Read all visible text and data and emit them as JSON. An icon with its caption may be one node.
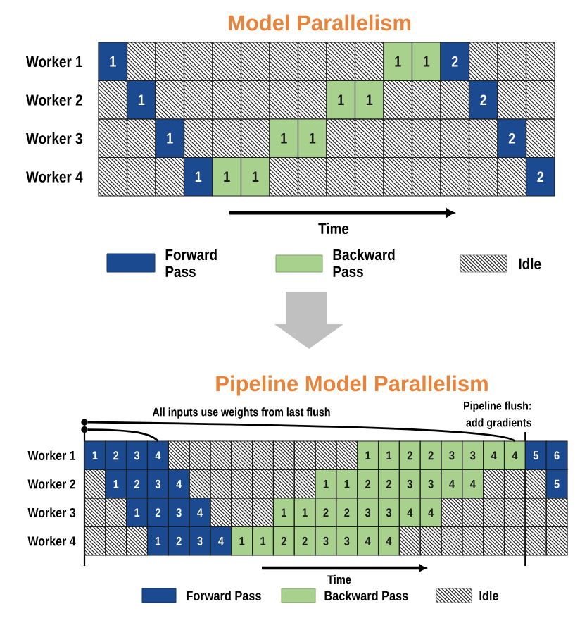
{
  "diagram": {
    "nodes": [
      {
        "text": [
          "1"
        ]
      },
      {
        "text": [],
        "shape": "box"
      },
      {
        "text": [],
        "shape": "box"
      },
      {
        "text": [],
        "shape": "box"
      },
      {
        "text": [],
        "shape": "box"
      },
      {
        "text": [],
        "shape": "box"
      },
      {
        "text": [],
        "shape": "box"
      },
      {
        "text": [],
        "shape": "box"
      },
      {
        "text": [],
        "shape": "box"
      },
      {
        "text": [],
        "shape": "box"
      },
      {
        "text": [
          "1"
        ]
      },
      {
        "text": [
          "1"
        ]
      },
      {
        "text": [
          "2"
        ]
      },
      {
        "text": [],
        "shape": "box"
      },
      {
        "text": [],
        "shape": "box"
      },
      {
        "text": [],
        "shape": "box"
      },
      {
        "text": [],
        "shape": "box"
      },
      {
        "text": [
          "1"
        ]
      },
      {
        "text": [],
        "shape": "box"
      },
      {
        "text": [],
        "shape": "box"
      },
      {
        "text": [],
        "shape": "box"
      },
      {
        "text": [],
        "shape": "box"
      },
      {
        "text": [],
        "shape": "box"
      },
      {
        "text": [],
        "shape": "box"
      },
      {
        "text": [
          "1"
        ]
      },
      {
        "text": [
          "1"
        ]
      },
      {
        "text": [],
        "shape": "box"
      },
      {
        "text": [],
        "shape": "box"
      },
      {
        "text": [],
        "shape": "box"
      },
      {
        "text": [
          "2"
        ]
      },
      {
        "text": [],
        "shape": "box"
      },
      {
        "text": [],
        "shape": "box"
      },
      {
        "text": [],
        "shape": "box"
      },
      {
        "text": [],
        "shape": "box"
      },
      {
        "text": [
          "1"
        ]
      },
      {
        "text": [],
        "shape": "box"
      },
      {
        "text": [],
        "shape": "box"
      },
      {
        "text": [],
        "shape": "box"
      },
      {
        "text": [
          "1"
        ]
      },
      {
        "text": [
          "1"
        ]
      },
      {
        "text": [],
        "shape": "box"
      },
      {
        "text": [],
        "shape": "box"
      },
      {
        "text": [],
        "shape": "box"
      },
      {
        "text": [],
        "shape": "box"
      },
      {
        "text": [],
        "shape": "box"
      },
      {
        "text": [],
        "shape": "box"
      },
      {
        "text": [
          "2"
        ]
      },
      {
        "text": [],
        "shape": "box"
      },
      {
        "text": [],
        "shape": "box"
      },
      {
        "text": [],
        "shape": "box"
      },
      {
        "text": [],
        "shape": "box"
      },
      {
        "text": [
          "1"
        ]
      },
      {
        "text": [
          "1"
        ]
      },
      {
        "text": [
          "1"
        ]
      },
      {
        "text": [],
        "shape": "box"
      },
      {
        "text": [],
        "shape": "box"
      },
      {
        "text": [],
        "shape": "box"
      },
      {
        "text": [],
        "shape": "box"
      },
      {
        "text": [],
        "shape": "box"
      },
      {
        "text": [],
        "shape": "box"
      },
      {
        "text": [],
        "shape": "box"
      },
      {
        "text": [],
        "shape": "box"
      },
      {
        "text": [],
        "shape": "box"
      },
      {
        "text": [
          "2"
        ]
      },
      {
        "text": [],
        "shape": "circle"
      },
      {
        "text": [],
        "shape": "circle"
      },
      {
        "text": [
          "1"
        ]
      },
      {
        "text": [
          "2"
        ]
      },
      {
        "text": [
          "3"
        ]
      },
      {
        "text": [
          "4"
        ]
      },
      {
        "text": [],
        "shape": "box"
      },
      {
        "text": [],
        "shape": "box"
      },
      {
        "text": [],
        "shape": "box"
      },
      {
        "text": [],
        "shape": "box"
      },
      {
        "text": [],
        "shape": "box"
      },
      {
        "text": [],
        "shape": "box"
      },
      {
        "text": [],
        "shape": "box"
      },
      {
        "text": [],
        "shape": "box"
      },
      {
        "text": [],
        "shape": "box"
      },
      {
        "text": [
          "1"
        ]
      },
      {
        "text": [
          "1"
        ]
      },
      {
        "text": [
          "2"
        ]
      },
      {
        "text": [
          "2"
        ]
      },
      {
        "text": [
          "3"
        ]
      },
      {
        "text": [
          "3"
        ]
      },
      {
        "text": [
          "4"
        ]
      },
      {
        "text": [
          "4"
        ]
      },
      {
        "text": [
          "5"
        ]
      },
      {
        "text": [
          "6"
        ]
      },
      {
        "text": [],
        "shape": "box"
      },
      {
        "text": [
          "1"
        ]
      },
      {
        "text": [
          "2"
        ]
      },
      {
        "text": [
          "3"
        ]
      },
      {
        "text": [
          "4"
        ]
      },
      {
        "text": [],
        "shape": "box"
      },
      {
        "text": [],
        "shape": "box"
      },
      {
        "text": [],
        "shape": "box"
      },
      {
        "text": [],
        "shape": "box"
      },
      {
        "text": [],
        "shape": "box"
      },
      {
        "text": [],
        "shape": "box"
      },
      {
        "text": [
          "1"
        ]
      },
      {
        "text": [
          "1"
        ]
      },
      {
        "text": [
          "2"
        ]
      },
      {
        "text": [
          "2"
        ]
      },
      {
        "text": [
          "3"
        ]
      },
      {
        "text": [
          "3"
        ]
      },
      {
        "text": [
          "4"
        ]
      },
      {
        "text": [
          "4"
        ]
      },
      {
        "text": [],
        "shape": "box"
      },
      {
        "text": [],
        "shape": "box"
      },
      {
        "text": [],
        "shape": "box"
      },
      {
        "text": [
          "5"
        ]
      },
      {
        "text": [],
        "shape": "box"
      },
      {
        "text": [],
        "shape": "box"
      },
      {
        "text": [
          "1"
        ]
      },
      {
        "text": [
          "2"
        ]
      },
      {
        "text": [
          "3"
        ]
      },
      {
        "text": [
          "4"
        ]
      },
      {
        "text": [],
        "shape": "box"
      },
      {
        "text": [],
        "shape": "box"
      },
      {
        "text": [],
        "shape": "box"
      },
      {
        "text": [
          "1"
        ]
      },
      {
        "text": [
          "1"
        ]
      },
      {
        "text": [
          "2"
        ]
      },
      {
        "text": [
          "2"
        ]
      },
      {
        "text": [
          "3"
        ]
      },
      {
        "text": [
          "3"
        ]
      },
      {
        "text": [
          "4"
        ]
      },
      {
        "text": [
          "4"
        ]
      },
      {
        "text": [],
        "shape": "box"
      },
      {
        "text": [],
        "shape": "box"
      },
      {
        "text": [],
        "shape": "box"
      },
      {
        "text": [],
        "shape": "box"
      },
      {
        "text": [],
        "shape": "box"
      },
      {
        "text": [],
        "shape": "box"
      },
      {
        "text": [],
        "shape": "box"
      },
      {
        "text": [],
        "shape": "box"
      },
      {
        "text": [],
        "shape": "box"
      },
      {
        "text": [
          "1"
        ]
      },
      {
        "text": [
          "2"
        ]
      },
      {
        "text": [
          "3"
        ]
      },
      {
        "text": [
          "4"
        ]
      },
      {
        "text": [
          "1"
        ]
      },
      {
        "text": [
          "1"
        ]
      },
      {
        "text": [
          "2"
        ]
      },
      {
        "text": [
          "2"
        ]
      },
      {
        "text": [
          "3"
        ]
      },
      {
        "text": [
          "3"
        ]
      },
      {
        "text": [
          "4"
        ]
      },
      {
        "text": [
          "4"
        ]
      },
      {
        "text": [],
        "shape": "box"
      },
      {
        "text": [],
        "shape": "box"
      },
      {
        "text": [],
        "shape": "box"
      },
      {
        "text": [],
        "shape": "box"
      },
      {
        "text": [],
        "shape": "box"
      },
      {
        "text": [],
        "shape": "box"
      },
      {
        "text": [],
        "shape": "box"
      },
      {
        "text": [],
        "shape": "box"
      }
    ],
    "edges": [
      {
        "from": 64,
        "to": 86,
        "arrow": "none"
      },
      {
        "from": 65,
        "to": 69,
        "arrow": "none"
      }
    ],
    "labels": [
      "Model Parallelism",
      "Worker 1",
      "Worker 2",
      "Worker 3",
      "Worker 4",
      "Time",
      "Pipeline Model Parallelism",
      "All inputs use weights from last flush",
      "Pipeline flush: add gradients",
      "Worker 1",
      "Worker 2",
      "Worker 3",
      "Worker 4",
      "Time"
    ],
    "legend": [
      {
        "text": "Forward Pass",
        "color": "#1b4a91"
      },
      {
        "text": "Backward Pass",
        "color": "#a9d18e"
      },
      {
        "text": "Idle"
      },
      {
        "text": "Forward Pass",
        "color": "#1b4a91"
      },
      {
        "text": "Backward Pass",
        "color": "#a9d18e"
      },
      {
        "text": "Idle"
      }
    ]
  }
}
